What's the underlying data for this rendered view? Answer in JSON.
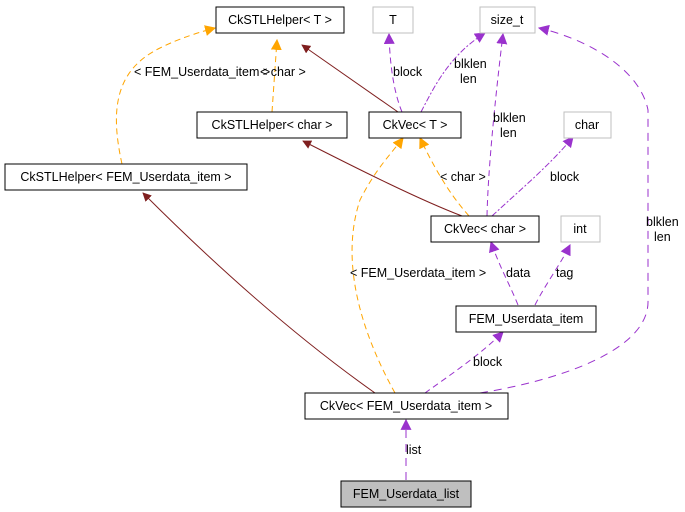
{
  "title": "Collaboration diagram for FEM_Userdata_list",
  "colors": {
    "inheritance": "#7f1f1f",
    "template": "#ffa500",
    "usage": "#9a32cd",
    "node_border": "#000000",
    "external_border": "#bfbfbf",
    "focus_fill": "#bfbfbf"
  },
  "nodes": [
    {
      "id": "ckstlhelper_t",
      "label": "CkSTLHelper< T >",
      "kind": "class"
    },
    {
      "id": "t",
      "label": "T",
      "kind": "external"
    },
    {
      "id": "size_t",
      "label": "size_t",
      "kind": "external"
    },
    {
      "id": "ckstlhelper_char",
      "label": "CkSTLHelper< char >",
      "kind": "class"
    },
    {
      "id": "ckvec_t",
      "label": "CkVec< T >",
      "kind": "class"
    },
    {
      "id": "char",
      "label": "char",
      "kind": "external"
    },
    {
      "id": "ckstlhelper_fem",
      "label": "CkSTLHelper< FEM_Userdata_item >",
      "kind": "class"
    },
    {
      "id": "ckvec_char",
      "label": "CkVec< char >",
      "kind": "class"
    },
    {
      "id": "int",
      "label": "int",
      "kind": "external"
    },
    {
      "id": "fem_item",
      "label": "FEM_Userdata_item",
      "kind": "class"
    },
    {
      "id": "ckvec_fem",
      "label": "CkVec< FEM_Userdata_item >",
      "kind": "class"
    },
    {
      "id": "fem_list",
      "label": "FEM_Userdata_list",
      "kind": "focus"
    }
  ],
  "edges": [
    {
      "from": "ckstlhelper_char",
      "to": "ckstlhelper_t",
      "type": "template",
      "label": "< char >"
    },
    {
      "from": "ckstlhelper_fem",
      "to": "ckstlhelper_t",
      "type": "template",
      "label": "< FEM_Userdata_item >"
    },
    {
      "from": "ckvec_t",
      "to": "ckstlhelper_t",
      "type": "inheritance",
      "label": ""
    },
    {
      "from": "ckvec_t",
      "to": "t",
      "type": "usage",
      "label": "block"
    },
    {
      "from": "ckvec_t",
      "to": "size_t",
      "type": "usage",
      "label": "blklen\nlen"
    },
    {
      "from": "ckvec_char",
      "to": "size_t",
      "type": "usage",
      "label": "blklen\nlen"
    },
    {
      "from": "ckvec_fem",
      "to": "size_t",
      "type": "usage",
      "label": "blklen\nlen"
    },
    {
      "from": "ckvec_char",
      "to": "ckstlhelper_char",
      "type": "inheritance",
      "label": ""
    },
    {
      "from": "ckvec_char",
      "to": "ckvec_t",
      "type": "template",
      "label": "< char >"
    },
    {
      "from": "ckvec_char",
      "to": "char",
      "type": "usage",
      "label": "block"
    },
    {
      "from": "fem_item",
      "to": "ckvec_char",
      "type": "usage",
      "label": "data"
    },
    {
      "from": "fem_item",
      "to": "int",
      "type": "usage",
      "label": "tag"
    },
    {
      "from": "ckvec_fem",
      "to": "ckstlhelper_fem",
      "type": "inheritance",
      "label": ""
    },
    {
      "from": "ckvec_fem",
      "to": "ckvec_t",
      "type": "template",
      "label": "< FEM_Userdata_item >"
    },
    {
      "from": "ckvec_fem",
      "to": "fem_item",
      "type": "usage",
      "label": "block"
    },
    {
      "from": "fem_list",
      "to": "ckvec_fem",
      "type": "usage",
      "label": "list"
    }
  ]
}
